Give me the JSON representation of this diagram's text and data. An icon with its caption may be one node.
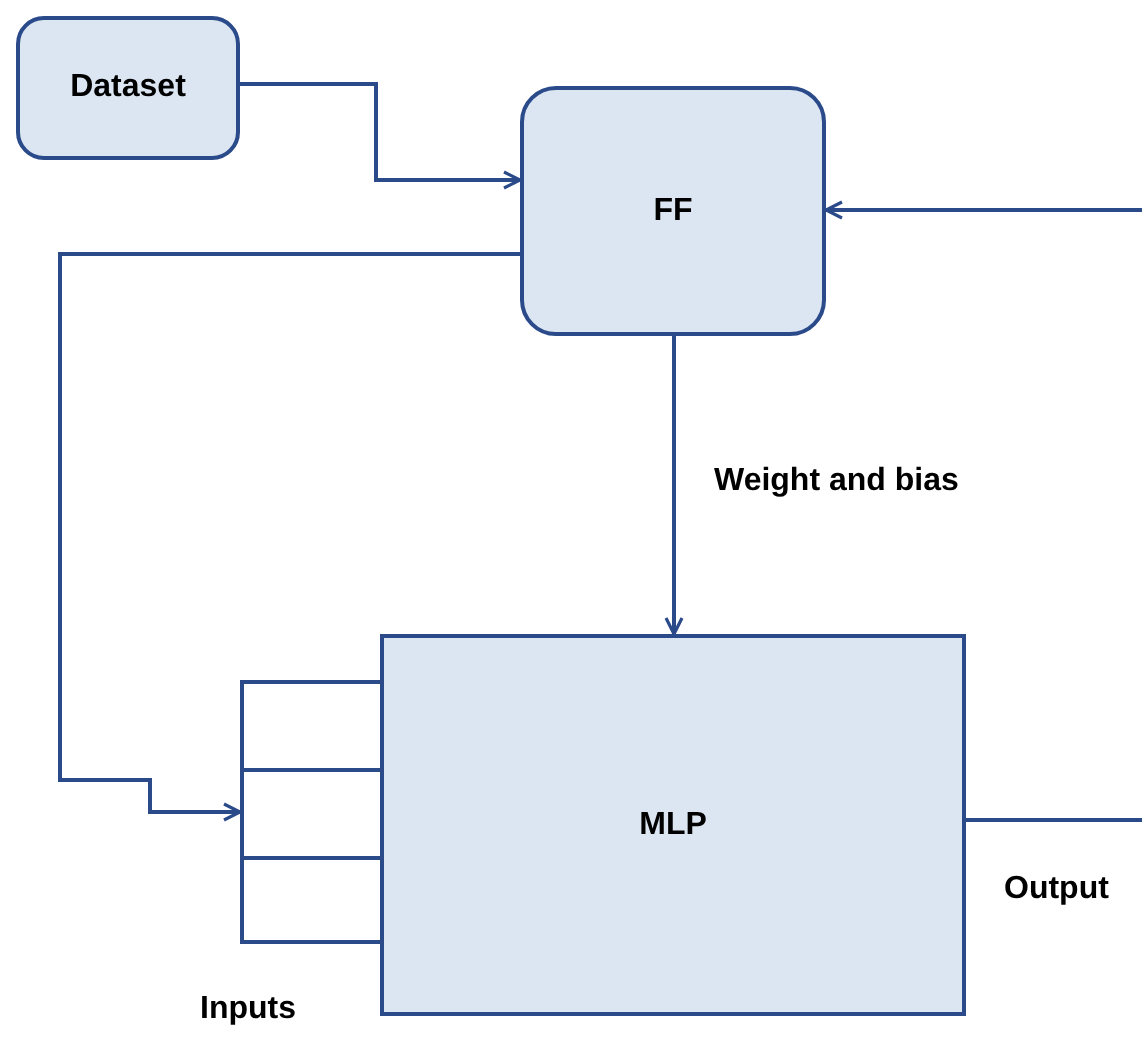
{
  "diagram": {
    "nodes": [
      {
        "text": [
          "Dataset"
        ]
      },
      {
        "text": [
          "FF"
        ]
      },
      {
        "text": [
          "MLP"
        ]
      },
      {
        "text": [],
        "shape": "box",
        "beside": [
          "Inputs"
        ]
      }
    ],
    "edges": [
      {
        "from": 0,
        "to": 1,
        "arrow": "to"
      },
      {
        "from": 1,
        "to": 2,
        "arrow": "to",
        "label": "Weight and bias"
      },
      {
        "from": 1,
        "to": 3,
        "arrow": "to"
      },
      {
        "from": 2,
        "to": null,
        "arrow": "none",
        "label": "Output"
      },
      {
        "from": null,
        "to": 1,
        "arrow": "to"
      }
    ]
  }
}
